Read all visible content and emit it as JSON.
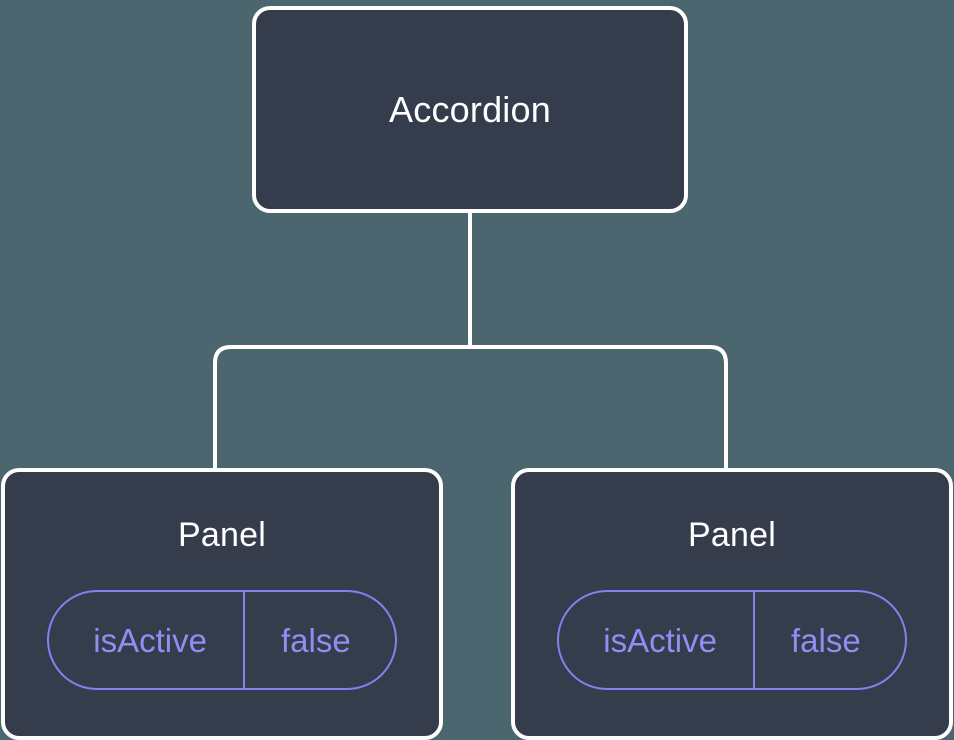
{
  "canvas": {
    "background_color": "#4c6670",
    "node_fill_color": "#353c4b",
    "node_border_color": "#ffffff",
    "edge_color": "#ffffff",
    "accent_color": "#8b90f2",
    "title_color": "#ffffff"
  },
  "tree": {
    "root": {
      "label": "Accordion"
    },
    "children": [
      {
        "label": "Panel",
        "state": {
          "key": "isActive",
          "value": "false"
        }
      },
      {
        "label": "Panel",
        "state": {
          "key": "isActive",
          "value": "false"
        }
      }
    ]
  }
}
